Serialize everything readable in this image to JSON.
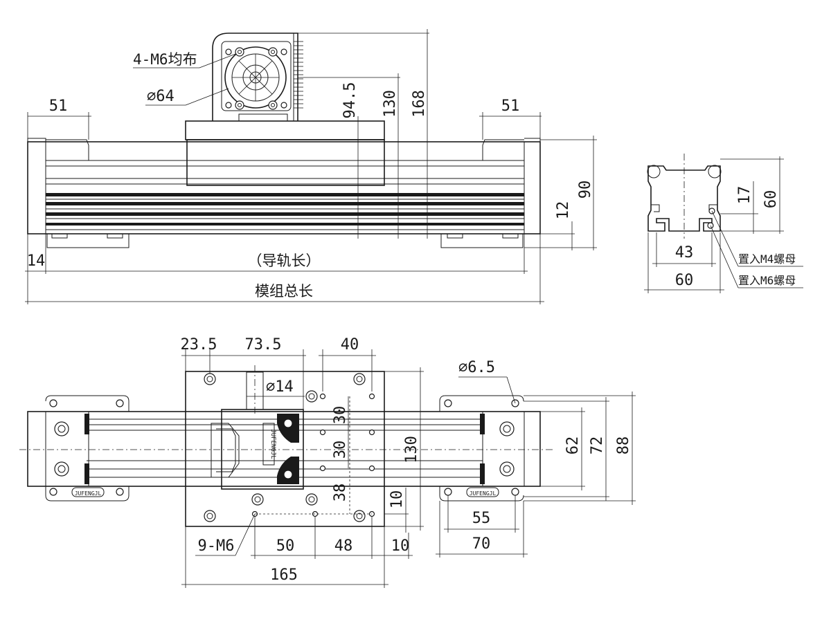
{
  "colors": {
    "line": "#1a1a1a",
    "background": "#ffffff"
  },
  "front_view": {
    "left_end_width": "51",
    "right_end_width": "51",
    "motor_holes_note": "4-M6均布",
    "motor_flange_dia": "∅64",
    "height_94_5": "94.5",
    "height_130": "130",
    "height_168": "168",
    "height_90": "90",
    "height_12": "12",
    "end_offset_14": "14",
    "rail_length_label": "（导轨长）",
    "module_length_label": "模组总长"
  },
  "section_view": {
    "height_17": "17",
    "height_60": "60",
    "slot_width_43": "43",
    "width_60": "60",
    "m4_nut_note": "置入M4螺母",
    "m6_nut_note": "置入M6螺母"
  },
  "top_view": {
    "dim_23_5": "23.5",
    "dim_73_5": "73.5",
    "dim_40": "40",
    "shaft_dia": "∅14",
    "hole_dia": "∅6.5",
    "dim_30_a": "30",
    "dim_30_b": "30",
    "dim_38": "38",
    "dim_10_v": "10",
    "carriage_height_130": "130",
    "dim_62": "62",
    "dim_72": "72",
    "dim_88": "88",
    "holes_note": "9-M6",
    "dim_50": "50",
    "dim_48": "48",
    "dim_10_h": "10",
    "carriage_width_165": "165",
    "foot_55": "55",
    "foot_70": "70",
    "brand_left": "JUFENGJL",
    "brand_right": "JUFENGJL",
    "brand_motor": "JUFENGJL"
  }
}
